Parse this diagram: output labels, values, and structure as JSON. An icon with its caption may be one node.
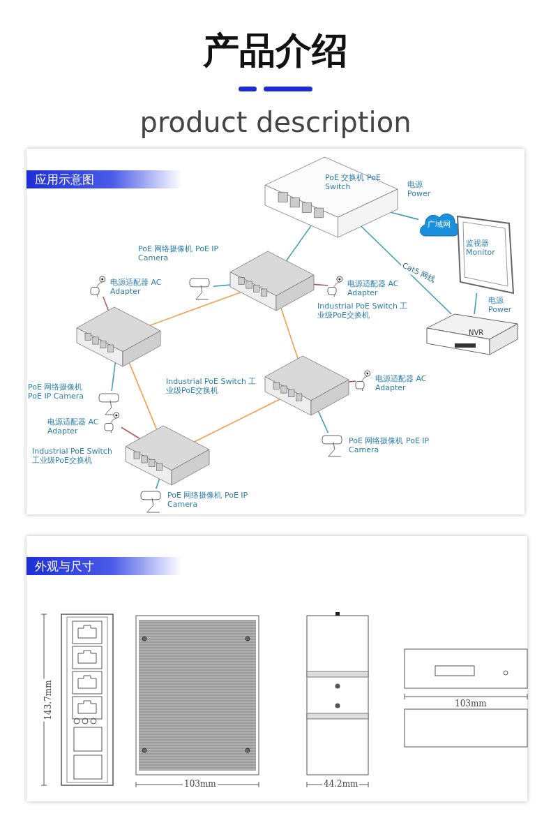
{
  "diagram": {
    "title": "产品介绍",
    "nodes": [
      {
        "text": [
          "PoE 交换机 PoE Switch"
        ]
      },
      {
        "text": [
          "广域网"
        ]
      },
      {
        "text": [
          "监视器 Monitor"
        ]
      },
      {
        "text": [
          "NVR"
        ]
      },
      {
        "text": [
          "Industrial PoE Switch 工业级PoE交换机"
        ]
      },
      {
        "text": [
          "Industrial PoE Switch 工业级PoE交换机"
        ]
      },
      {
        "text": [],
        "shape": "picture"
      },
      {
        "text": [
          "Industrial PoE Switch 工业级PoE交换机"
        ]
      },
      {
        "text": [
          "PoE 网络摄像机 PoE IP Camera"
        ]
      },
      {
        "text": [
          "PoE 网络摄像机 PoE IP Camera"
        ]
      },
      {
        "text": [
          "PoE 网络摄像机 PoE IP Camera"
        ]
      },
      {
        "text": [
          "PoE 网络摄像机 PoE IP Camera"
        ]
      },
      {
        "text": [
          "电源适配器 AC Adapter"
        ]
      },
      {
        "text": [
          "电源适配器 AC Adapter"
        ]
      },
      {
        "text": [
          "电源适配器 AC Adapter"
        ]
      },
      {
        "text": [
          "电源适配器 AC Adapter"
        ]
      }
    ],
    "edges": [
      {
        "from": 0,
        "to": 1,
        "arrow": "none"
      },
      {
        "from": 0,
        "to": 3,
        "arrow": "none",
        "label": "Cat5 网线"
      },
      {
        "from": 0,
        "to": 4,
        "arrow": "none"
      },
      {
        "from": 3,
        "to": 2,
        "arrow": "none"
      },
      {
        "from": 4,
        "to": 5,
        "arrow": "none",
        "color": "#f0a04b"
      },
      {
        "from": 4,
        "to": 6,
        "arrow": "none",
        "color": "#f0a04b"
      },
      {
        "from": 5,
        "to": 7,
        "arrow": "none",
        "color": "#f0a04b"
      },
      {
        "from": 6,
        "to": 7,
        "arrow": "none",
        "color": "#f0a04b"
      },
      {
        "from": 8,
        "to": 4,
        "arrow": "none"
      },
      {
        "from": 9,
        "to": 5,
        "arrow": "none"
      },
      {
        "from": 10,
        "to": 6,
        "arrow": "none"
      },
      {
        "from": 11,
        "to": 7,
        "arrow": "none"
      },
      {
        "from": 12,
        "to": 4,
        "arrow": "none",
        "color": "#b05a5a"
      },
      {
        "from": 13,
        "to": 5,
        "arrow": "none",
        "color": "#b05a5a"
      },
      {
        "from": 14,
        "to": 6,
        "arrow": "none",
        "color": "#b05a5a"
      },
      {
        "from": 15,
        "to": 7,
        "arrow": "none",
        "color": "#b05a5a"
      }
    ],
    "labels": [
      "product description",
      "应用示意图",
      "电源 Power",
      "电源 Power",
      "外观与尺寸",
      "143.7mm",
      "103mm",
      "44.2mm",
      "103mm"
    ]
  }
}
